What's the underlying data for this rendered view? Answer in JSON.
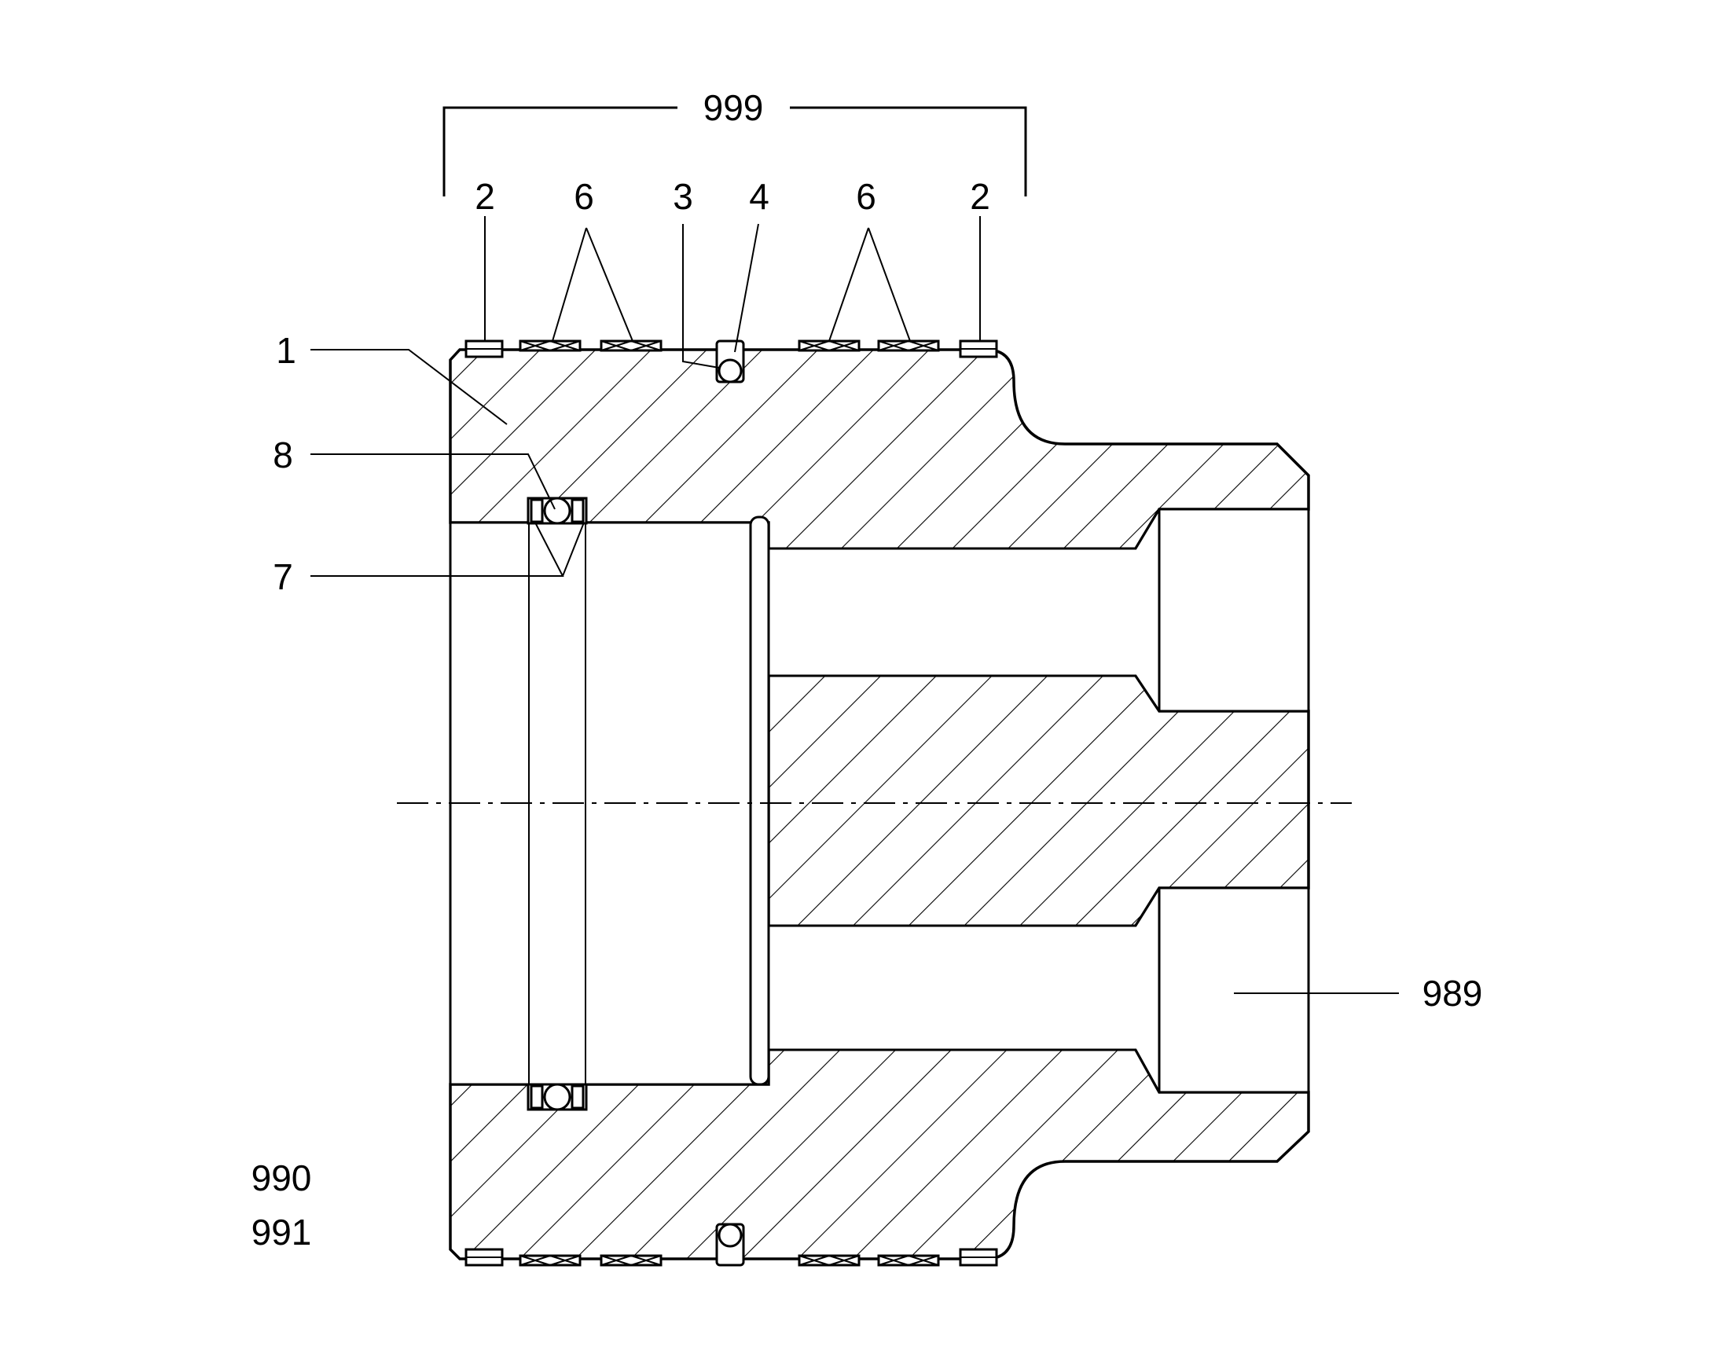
{
  "labels": {
    "assembly": "999",
    "housing": "1",
    "outer_end_ring_left": "2",
    "guide_ring_left": "6",
    "seal_ring": "3",
    "backup_ring": "4",
    "guide_ring_right": "6",
    "outer_end_ring_right": "2",
    "oring_inner": "8",
    "backup_inner": "7",
    "port": "989",
    "ref_a": "990",
    "ref_b": "991"
  }
}
